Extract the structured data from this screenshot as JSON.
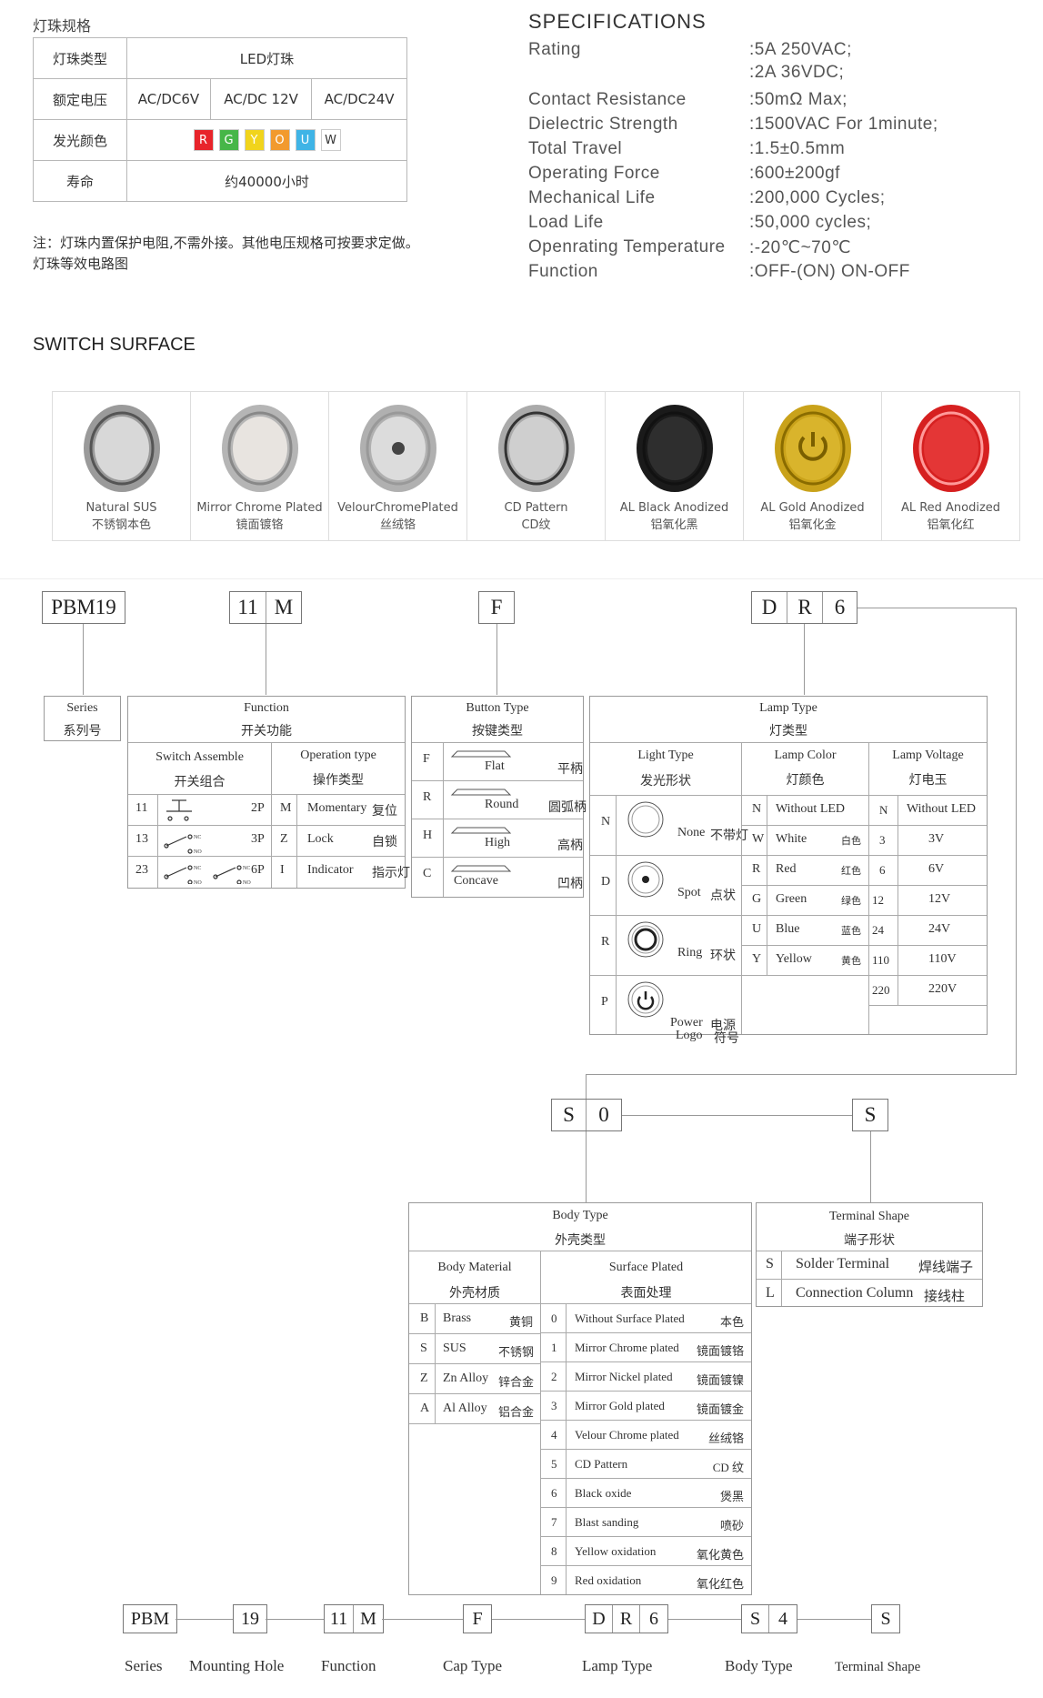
{
  "lamp_spec": {
    "title": "灯珠规格",
    "rows": [
      {
        "label": "灯珠类型",
        "value": "LED灯珠"
      },
      {
        "label": "额定电压",
        "values": [
          "AC/DC6V",
          "AC/DC 12V",
          "AC/DC24V"
        ]
      },
      {
        "label": "发光颜色",
        "chips": [
          {
            "t": "R",
            "c": "#e8242b"
          },
          {
            "t": "G",
            "c": "#46b648"
          },
          {
            "t": "Y",
            "c": "#f1d41c"
          },
          {
            "t": "O",
            "c": "#f29a2e"
          },
          {
            "t": "U",
            "c": "#3fb4e6"
          },
          {
            "t": "W",
            "c": "#ffffff"
          }
        ]
      },
      {
        "label": "寿命",
        "value": "约40000小时"
      }
    ],
    "note1": "注：灯珠内置保护电阻,不需外接。其他电压规格可按要求定做。",
    "note2": "灯珠等效电路图"
  },
  "specs": {
    "title": "SPECIFICATIONS",
    "rows": [
      {
        "k": "Rating",
        "v": [
          ":5A  250VAC;",
          ":2A  36VDC;"
        ]
      },
      {
        "k": "Contact Resistance",
        "v": [
          ":50mΩ  Max;"
        ]
      },
      {
        "k": "Dielectric Strength",
        "v": [
          ":1500VAC For 1minute;"
        ]
      },
      {
        "k": "Total Travel",
        "v": [
          ":1.5±0.5mm"
        ]
      },
      {
        "k": "Operating Force",
        "v": [
          ":600±200gf"
        ]
      },
      {
        "k": "Mechanical Life",
        "v": [
          ":200,000 Cycles;"
        ]
      },
      {
        "k": "Load Life",
        "v": [
          ":50,000 cycles;"
        ]
      },
      {
        "k": "Openrating Temperature",
        "v": [
          ":-20℃~70℃"
        ]
      },
      {
        "k": "Function",
        "v": [
          ":OFF-(ON)  ON-OFF"
        ]
      }
    ]
  },
  "surface": {
    "title": "SWITCH SURFACE",
    "items": [
      {
        "en": "Natural SUS",
        "cn": "不锈钢本色",
        "outer": "#9a9a9a",
        "inner": "#d8d8d8",
        "ring": "#555"
      },
      {
        "en": "Mirror Chrome Plated",
        "cn": "镜面镀铬",
        "outer": "#b5b5b5",
        "inner": "#e8e4e0",
        "ring": "#888"
      },
      {
        "en": "VelourChromePlated",
        "cn": "丝绒铬",
        "outer": "#b0b0b0",
        "inner": "#dcdcdc",
        "ring": "#999"
      },
      {
        "en": "CD Pattern",
        "cn": "CD纹",
        "outer": "#aaaaaa",
        "inner": "#cfcfcf",
        "ring": "#333"
      },
      {
        "en": "AL Black Anodized",
        "cn": "铝氧化黑",
        "outer": "#1a1a1a",
        "inner": "#2e2e2e",
        "ring": "#111"
      },
      {
        "en": "AL Gold Anodized",
        "cn": "铝氧化金",
        "outer": "#c9a21a",
        "inner": "#d9b42c",
        "ring": "#8a6c00"
      },
      {
        "en": "AL Red Anodized",
        "cn": "铝氧化红",
        "outer": "#d62020",
        "inner": "#e43636",
        "ring": "#ff9a9a"
      }
    ]
  },
  "codes": {
    "series": "PBM19",
    "function": [
      "11",
      "M"
    ],
    "button": "F",
    "lamp": [
      "D",
      "R",
      "6"
    ],
    "body": [
      "S",
      "0"
    ],
    "terminal": "S"
  },
  "series_box": {
    "en": "Series",
    "cn": "系列号"
  },
  "function_box": {
    "en": "Function",
    "cn": "开关功能",
    "assemble_en": "Switch  Assemble",
    "assemble_cn": "开关组合",
    "optype_en": "Operation type",
    "optype_cn": "操作类型",
    "rows": [
      {
        "code": "11",
        "p": "2P",
        "oc": "M",
        "oen": "Momentary",
        "ocn": "复位"
      },
      {
        "code": "13",
        "p": "3P",
        "oc": "Z",
        "oen": "Lock",
        "ocn": "自锁"
      },
      {
        "code": "23",
        "p": "6P",
        "oc": "I",
        "oen": "Indicator",
        "ocn": "指示灯"
      }
    ]
  },
  "button_box": {
    "en": "Button   Type",
    "cn": "按键类型",
    "rows": [
      {
        "code": "F",
        "en": "Flat",
        "cn": "平柄"
      },
      {
        "code": "R",
        "en": "Round",
        "cn": "圆弧柄"
      },
      {
        "code": "H",
        "en": "High",
        "cn": "高柄"
      },
      {
        "code": "C",
        "en": "Concave",
        "cn": "凹柄"
      }
    ]
  },
  "lamp_box": {
    "en": "Lamp    Type",
    "cn": "灯类型",
    "light_en": "Light Type",
    "light_cn": "发光形状",
    "color_en": "Lamp   Color",
    "color_cn": "灯颜色",
    "volt_en": "Lamp Voltage",
    "volt_cn": "灯电玉",
    "light": [
      {
        "code": "N",
        "en": "None",
        "cn": "不带灯"
      },
      {
        "code": "D",
        "en": "Spot",
        "cn": "点状"
      },
      {
        "code": "R",
        "en": "Ring",
        "cn": "环状"
      },
      {
        "code": "P",
        "en": "Power",
        "cn": "电源",
        "en2": "Logo",
        "cn2": "符号"
      }
    ],
    "color": [
      {
        "code": "N",
        "en": "Without LED",
        "cn": ""
      },
      {
        "code": "W",
        "en": "White",
        "cn": "白色"
      },
      {
        "code": "R",
        "en": "Red",
        "cn": "红色"
      },
      {
        "code": "G",
        "en": "Green",
        "cn": "绿色"
      },
      {
        "code": "U",
        "en": "Blue",
        "cn": "蓝色"
      },
      {
        "code": "Y",
        "en": "Yellow",
        "cn": "黄色"
      }
    ],
    "volt": [
      {
        "code": "N",
        "v": "Without LED"
      },
      {
        "code": "3",
        "v": "3V"
      },
      {
        "code": "6",
        "v": "6V"
      },
      {
        "code": "12",
        "v": "12V"
      },
      {
        "code": "24",
        "v": "24V"
      },
      {
        "code": "110",
        "v": "110V"
      },
      {
        "code": "220",
        "v": "220V"
      }
    ]
  },
  "body_box": {
    "en": "Body Type",
    "cn": "外壳类型",
    "mat_en": "Body Material",
    "mat_cn": "外壳材质",
    "sur_en": "Surface  Plated",
    "sur_cn": "表面处理",
    "mat": [
      {
        "code": "B",
        "en": "Brass",
        "cn": "黄铜"
      },
      {
        "code": "S",
        "en": "SUS",
        "cn": "不锈钢"
      },
      {
        "code": "Z",
        "en": "Zn Alloy",
        "cn": "锌合金"
      },
      {
        "code": "A",
        "en": "Al Alloy",
        "cn": "铝合金"
      }
    ],
    "sur": [
      {
        "code": "0",
        "en": "Without Surface Plated",
        "cn": "本色"
      },
      {
        "code": "1",
        "en": "Mirror Chrome plated",
        "cn": "镜面镀铬"
      },
      {
        "code": "2",
        "en": "Mirror Nickel plated",
        "cn": "镜面镀镍"
      },
      {
        "code": "3",
        "en": "Mirror Gold plated",
        "cn": "镜面镀金"
      },
      {
        "code": "4",
        "en": "Velour Chrome plated",
        "cn": "丝绒铬"
      },
      {
        "code": "5",
        "en": "CD Pattern",
        "cn": "CD 纹"
      },
      {
        "code": "6",
        "en": "Black oxide",
        "cn": "煲黑"
      },
      {
        "code": "7",
        "en": "Blast sanding",
        "cn": "喷砂"
      },
      {
        "code": "8",
        "en": "Yellow oxidation",
        "cn": "氧化黄色"
      },
      {
        "code": "9",
        "en": "Red oxidation",
        "cn": "氧化红色"
      }
    ]
  },
  "terminal_box": {
    "en": "Terminal Shape",
    "cn": "端子形状",
    "rows": [
      {
        "code": "S",
        "en": "Solder Terminal",
        "cn": "焊线端子"
      },
      {
        "code": "L",
        "en": "Connection Column",
        "cn": "接线柱"
      }
    ]
  },
  "bottom": {
    "codes": [
      "PBM",
      "19",
      "11",
      "M",
      "F",
      "D",
      "R",
      "6",
      "S",
      "4",
      "S"
    ],
    "labels": [
      "Series",
      "Mounting Hole",
      "Function",
      "Cap Type",
      "Lamp   Type",
      "Body Type",
      "Terminal Shape"
    ]
  }
}
